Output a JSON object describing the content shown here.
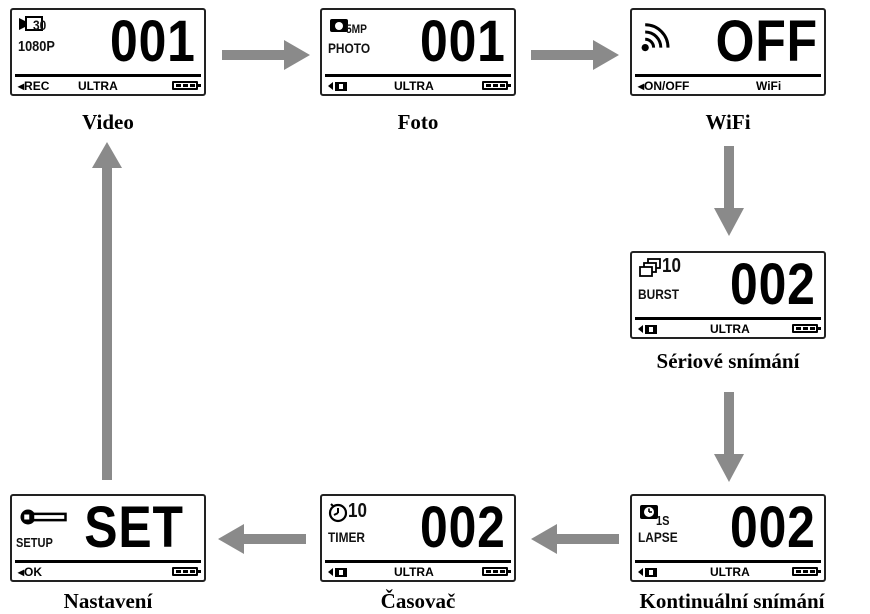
{
  "colors": {
    "arrow": "#8a8a8a",
    "ink": "#000000",
    "background": "#ffffff"
  },
  "screens": {
    "video": {
      "icon": "video-camera-icon",
      "icon_badge": "30",
      "sub": "1080P",
      "value": "001",
      "footer_left": "REC",
      "footer_mid": "ULTRA",
      "caption": "Video"
    },
    "photo": {
      "icon": "photo-camera-icon",
      "icon_badge": "5MP",
      "sub": "PHOTO",
      "value": "001",
      "footer_mid": "ULTRA",
      "caption": "Foto"
    },
    "wifi": {
      "icon": "wifi-icon",
      "value": "OFF",
      "footer_left": "ON/OFF",
      "footer_mid": "WiFi",
      "caption": "WiFi"
    },
    "burst": {
      "icon": "burst-frames-icon",
      "icon_badge": "10",
      "sub": "BURST",
      "value": "002",
      "footer_mid": "ULTRA",
      "caption": "Sériové snímání"
    },
    "lapse": {
      "icon": "clock-camera-icon",
      "icon_badge": "1S",
      "sub": "LAPSE",
      "value": "002",
      "footer_mid": "ULTRA",
      "caption": "Kontinuální snímání"
    },
    "timer": {
      "icon": "self-timer-icon",
      "icon_badge": "10",
      "sub": "TIMER",
      "value": "002",
      "footer_mid": "ULTRA",
      "caption": "Časovač"
    },
    "setup": {
      "icon": "wrench-icon",
      "sub": "SETUP",
      "value": "SET",
      "footer_left": "OK",
      "caption": "Nastavení"
    }
  }
}
